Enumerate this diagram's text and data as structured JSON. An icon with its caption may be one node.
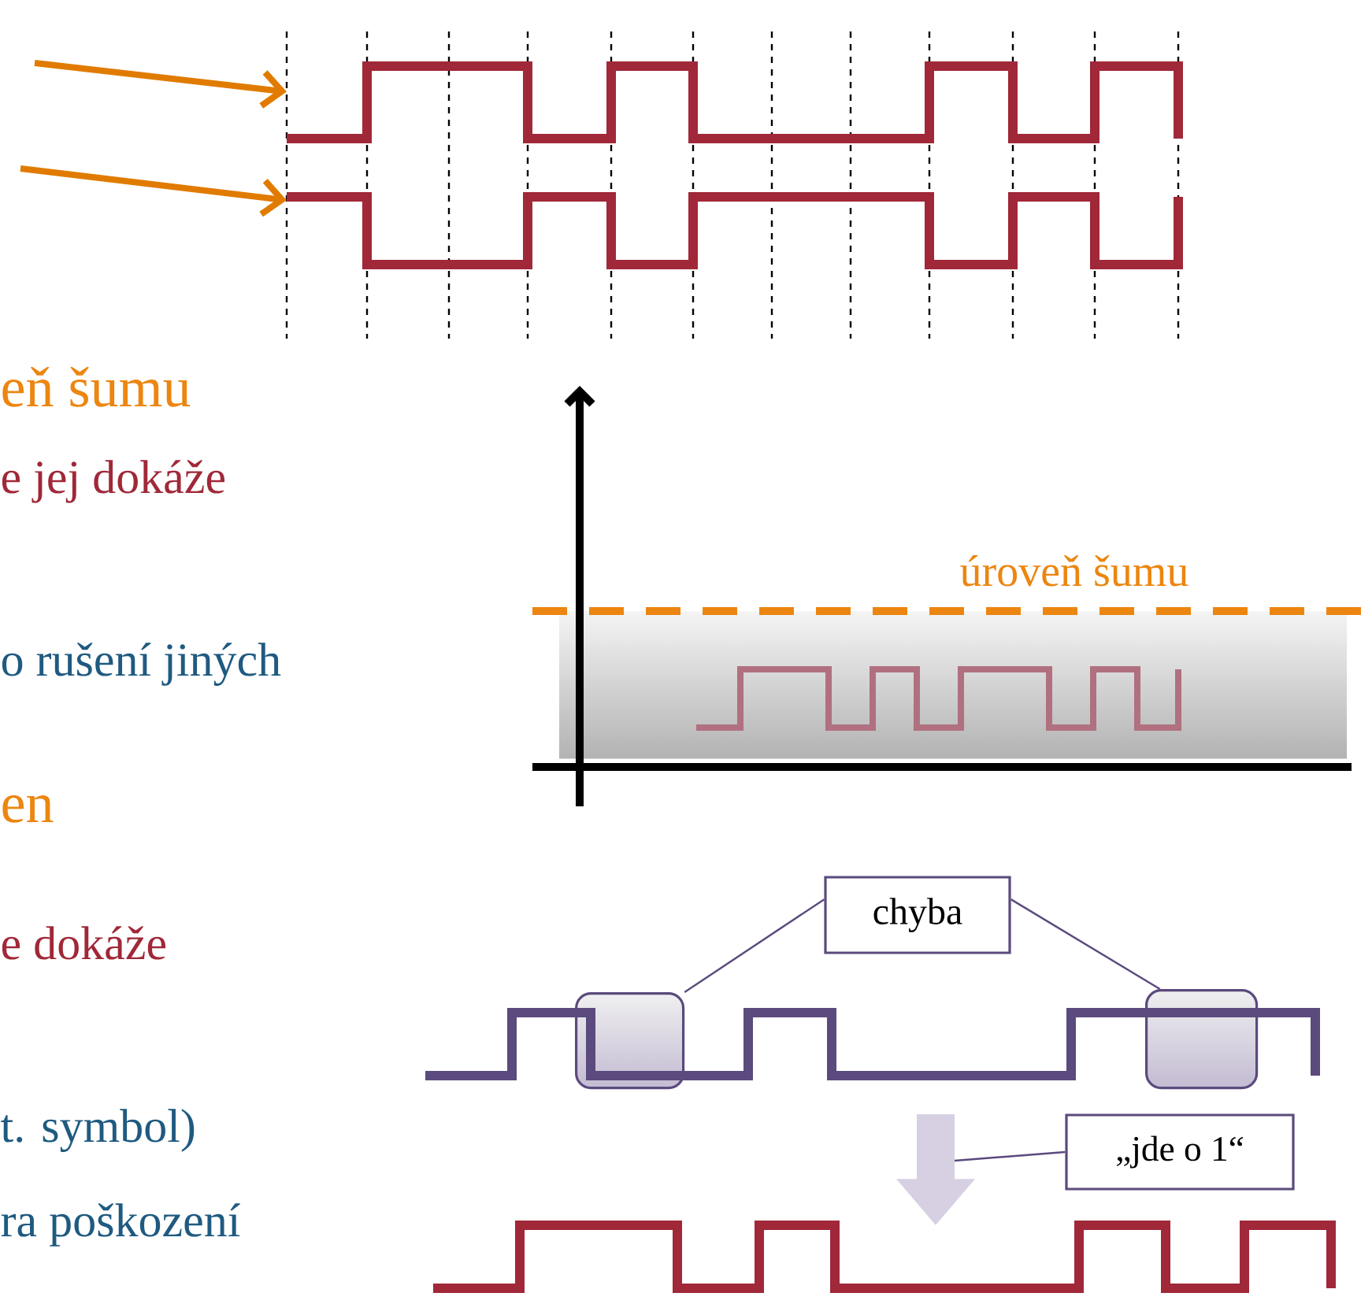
{
  "diagram": {
    "nodes": [
      {
        "text": [],
        "shape": "line"
      },
      {
        "text": [],
        "shape": "line"
      },
      {
        "text": [
          "chyba"
        ]
      },
      {
        "text": [],
        "shape": "box"
      },
      {
        "text": [],
        "shape": "box"
      },
      {
        "text": [],
        "shape": "line"
      },
      {
        "text": [
          "„jde o 1“"
        ]
      },
      {
        "text": [],
        "shape": "line"
      }
    ],
    "edges": [
      {
        "from": null,
        "to": 0,
        "arrow": "to",
        "style": "thick",
        "color": "#e07b00"
      },
      {
        "from": null,
        "to": 1,
        "arrow": "to",
        "style": "thick",
        "color": "#e07b00"
      },
      {
        "from": 2,
        "to": 3,
        "arrow": "none"
      },
      {
        "from": 2,
        "to": 4,
        "arrow": "none"
      },
      {
        "from": 6,
        "to": null,
        "arrow": "none"
      },
      {
        "from": 5,
        "to": 7,
        "arrow": "to",
        "style": "thick",
        "color": "#d6d0e2"
      }
    ],
    "labels": [
      "eň šumu",
      "e jej dokáže",
      "úroveň šumu",
      "o rušení jiných",
      "en",
      "e dokáže",
      "t. symbol)",
      "ra poškození"
    ]
  }
}
